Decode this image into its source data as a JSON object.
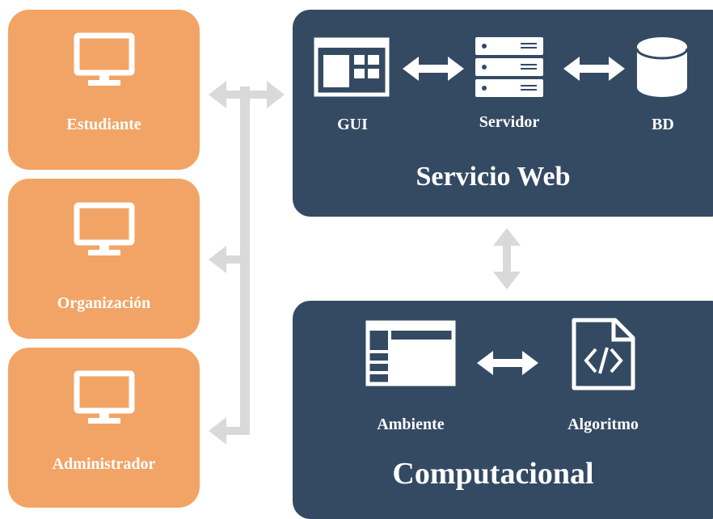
{
  "clients": [
    {
      "label": "Estudiante",
      "icon": "monitor-icon"
    },
    {
      "label": "Organización",
      "icon": "monitor-icon"
    },
    {
      "label": "Administrador",
      "icon": "monitor-icon"
    }
  ],
  "web_service": {
    "title": "Servicio Web",
    "nodes": [
      {
        "label": "GUI",
        "icon": "gui-window-icon"
      },
      {
        "label": "Servidor",
        "icon": "server-icon"
      },
      {
        "label": "BD",
        "icon": "database-icon"
      }
    ]
  },
  "computational": {
    "title": "Computacional",
    "nodes": [
      {
        "label": "Ambiente",
        "icon": "table-grid-icon"
      },
      {
        "label": "Algoritmo",
        "icon": "code-file-icon"
      }
    ]
  },
  "colors": {
    "client_box": "#f2a466",
    "panel": "#344a63",
    "connector": "#d9d9d9",
    "text": "#ffffff"
  }
}
